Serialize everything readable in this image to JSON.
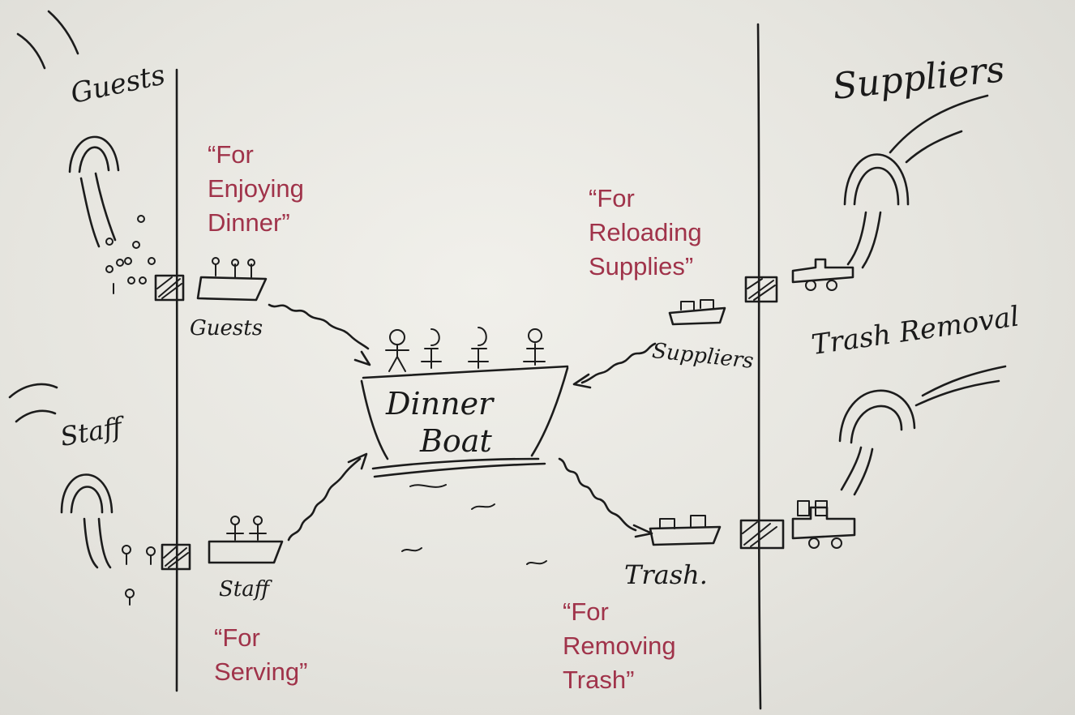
{
  "external_entities": {
    "guests": "Guests",
    "staff": "Staff",
    "suppliers": "Suppliers",
    "trash_removal": "Trash Removal"
  },
  "ports": {
    "guests": "Guests",
    "staff": "Staff",
    "suppliers": "Suppliers",
    "trash": "Trash."
  },
  "system": {
    "line1": "Dinner",
    "line2": "Boat"
  },
  "captions": {
    "enjoying_dinner": "“For\nEnjoying\nDinner”",
    "serving": "“For\nServing”",
    "reloading_supplies": "“For\nReloading\nSupplies”",
    "removing_trash": "“For\nRemoving\nTrash”"
  },
  "colors": {
    "ink": "#1c1c1c",
    "caption": "#a0334a",
    "paper": "#eceae5"
  }
}
